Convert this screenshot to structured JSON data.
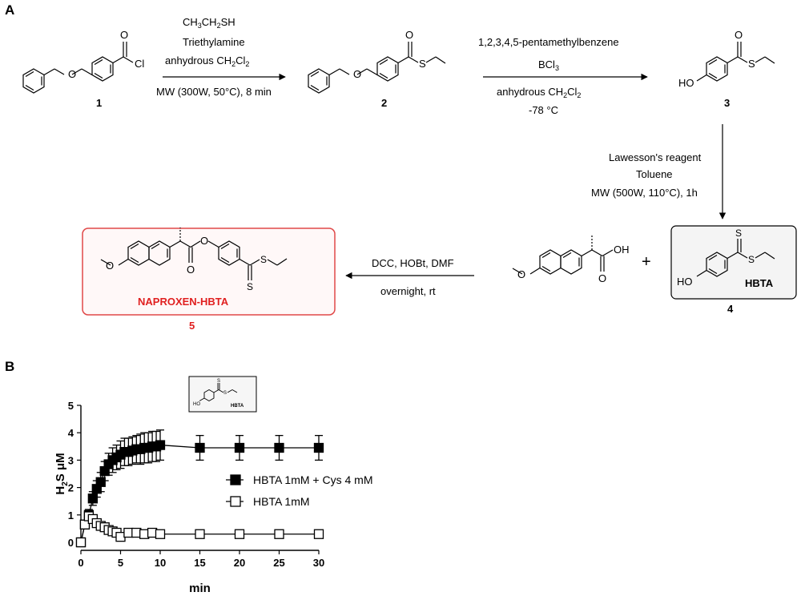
{
  "panel_a": {
    "label": "A",
    "compounds": {
      "c1": "1",
      "c2": "2",
      "c3": "3",
      "c4": "4",
      "c5": "5",
      "hbta_label": "HBTA",
      "product_label": "NAPROXEN-HBTA"
    },
    "atoms": {
      "o": "O",
      "cl": "Cl",
      "s": "S",
      "ho": "HO",
      "oh": "OH",
      "plus": "+"
    },
    "step1": {
      "reagent_1_main": "CH",
      "reagent_1_sub1": "3",
      "reagent_1_mid": "CH",
      "reagent_1_sub2": "2",
      "reagent_1_tail": "SH",
      "reagent_2": "Triethylamine",
      "solvent_main": "anhydrous CH",
      "solvent_sub1": "2",
      "solvent_mid": "Cl",
      "solvent_sub2": "2",
      "conditions": "MW (300W, 50°C), 8 min"
    },
    "step2": {
      "reagent_1": "1,2,3,4,5-pentamethylbenzene",
      "reagent_2_main": "BCl",
      "reagent_2_sub": "3",
      "solvent_main": "anhydrous CH",
      "solvent_sub1": "2",
      "solvent_mid": "Cl",
      "solvent_sub2": "2",
      "temperature": "-78 °C"
    },
    "step3": {
      "reagent": "Lawesson's reagent",
      "solvent": "Toluene",
      "conditions": "MW (500W, 110°C), 1h"
    },
    "step4": {
      "reagents": "DCC, HOBt, DMF",
      "conditions": "overnight, rt"
    }
  },
  "panel_b": {
    "label": "B",
    "inset_label": "HBTA",
    "inset_ho": "HO",
    "inset_s": "S",
    "chart_data": {
      "type": "line",
      "xlabel": "min",
      "ylabel_main": "H",
      "ylabel_sub": "2",
      "ylabel_tail": "S μM",
      "xlim": [
        0,
        30
      ],
      "ylim": [
        0,
        5
      ],
      "xticks": [
        0,
        5,
        10,
        15,
        20,
        25,
        30
      ],
      "yticks": [
        0,
        1,
        2,
        3,
        4,
        5
      ],
      "legend_position": "center-right",
      "grid": false,
      "series": [
        {
          "name": "HBTA 1mM + Cys 4 mM",
          "marker": "filled-square",
          "color": "#000000",
          "x": [
            0,
            0.5,
            1,
            1.5,
            2,
            2.5,
            3,
            3.5,
            4,
            4.5,
            5,
            5.5,
            6,
            6.5,
            7,
            7.5,
            8,
            8.5,
            9,
            9.5,
            10,
            15,
            20,
            25,
            30
          ],
          "y": [
            0.0,
            0.65,
            1.0,
            1.6,
            1.95,
            2.2,
            2.6,
            2.85,
            3.0,
            3.1,
            3.2,
            3.3,
            3.3,
            3.35,
            3.4,
            3.4,
            3.45,
            3.45,
            3.5,
            3.5,
            3.55,
            3.45,
            3.45,
            3.45,
            3.45
          ],
          "err": [
            0.0,
            0.1,
            0.2,
            0.25,
            0.3,
            0.35,
            0.35,
            0.4,
            0.45,
            0.45,
            0.5,
            0.5,
            0.5,
            0.5,
            0.5,
            0.55,
            0.55,
            0.55,
            0.55,
            0.55,
            0.55,
            0.45,
            0.45,
            0.45,
            0.45
          ]
        },
        {
          "name": "HBTA 1mM",
          "marker": "open-square",
          "color": "#000000",
          "x": [
            0,
            0.5,
            1,
            1.5,
            2,
            2.5,
            3,
            3.5,
            4,
            4.5,
            5,
            6,
            7,
            8,
            9,
            10,
            15,
            20,
            25,
            30
          ],
          "y": [
            0.0,
            0.65,
            0.95,
            0.85,
            0.7,
            0.6,
            0.55,
            0.45,
            0.4,
            0.35,
            0.2,
            0.35,
            0.35,
            0.3,
            0.35,
            0.3,
            0.3,
            0.3,
            0.3,
            0.3
          ],
          "err": [
            0.0,
            0.1,
            0.15,
            0.15,
            0.1,
            0.1,
            0.1,
            0.1,
            0.1,
            0.1,
            0.05,
            0.1,
            0.1,
            0.1,
            0.1,
            0.05,
            0.05,
            0.05,
            0.05,
            0.05
          ]
        }
      ]
    }
  }
}
